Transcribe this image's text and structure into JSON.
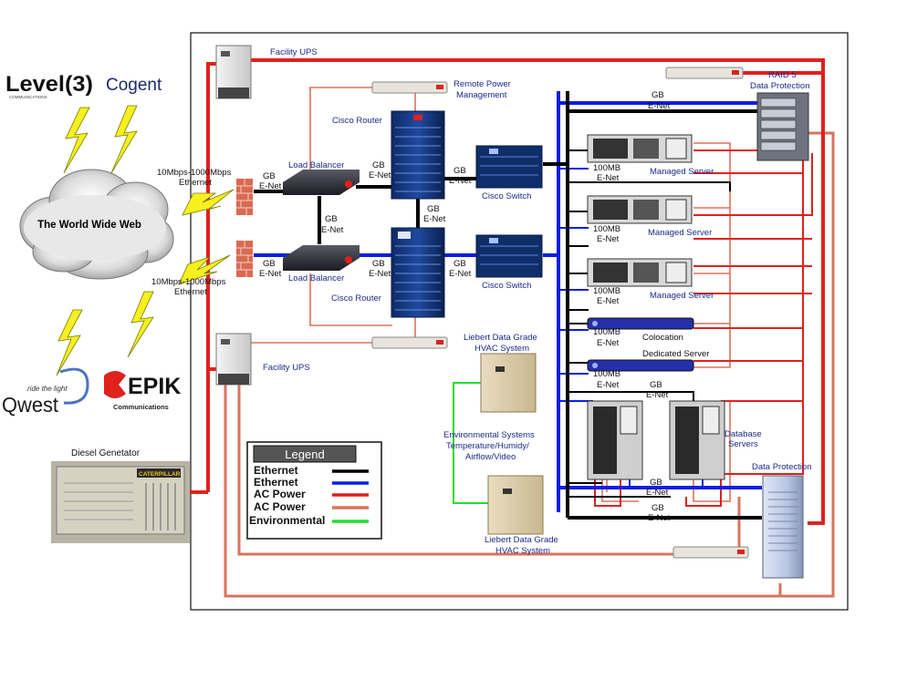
{
  "carriers": {
    "level3": "Level(3)",
    "level3_sub": "COMMUNICATIONS",
    "cogent": "Cogent",
    "qwest_tag": "ride the light",
    "qwest": "Qwest",
    "epik": "EPIK",
    "epik_sub": "Communications"
  },
  "cloud": {
    "label": "The World Wide Web"
  },
  "links": {
    "top_speed": "10Mbps-1000Mbps",
    "top_type": "Ethernet",
    "bottom_speed": "10Mbps-1000Mbps",
    "bottom_type": "Ethernet"
  },
  "generator": {
    "label": "Diesel Genetator",
    "brand": "CATERPILLAR"
  },
  "ups": {
    "top": "Facility UPS",
    "bottom": "Facility UPS"
  },
  "devices": {
    "remote_power_1": "Remote Power",
    "remote_power_2": "Management",
    "load_balancer_top": "Load Balancer",
    "load_balancer_bottom": "Load Balancer",
    "router_top": "Cisco Router",
    "router_bottom": "Cisco Router",
    "switch_top": "Cisco Switch",
    "switch_bottom": "Cisco Switch",
    "raid_1": "RAID 5",
    "raid_2": "Data Protection",
    "managed_1": "Managed Server",
    "managed_2": "Managed Server",
    "managed_3": "Managed Server",
    "colocation": "Colocation",
    "dedicated": "Dedicated Server",
    "database_1": "Database",
    "database_2": "Servers",
    "data_protection": "Data Protection",
    "hvac_top_1": "Liebert Data Grade",
    "hvac_top_2": "HVAC System",
    "hvac_bottom_1": "Liebert Data Grade",
    "hvac_bottom_2": "HVAC System",
    "env_1": "Environmental Systems",
    "env_2": "Temperature/Humidy/",
    "env_3": "Airflow/Video"
  },
  "net_labels": {
    "gb": "GB",
    "enet": "E-Net",
    "mb100": "100MB"
  },
  "legend": {
    "title": "Legend",
    "items": [
      {
        "label": "Ethernet",
        "color": "#000000"
      },
      {
        "label": "Ethernet",
        "color": "#0a1ee6"
      },
      {
        "label": "AC Power",
        "color": "#e0211c"
      },
      {
        "label": "AC Power",
        "color": "#d9735c"
      },
      {
        "label": "Environmental",
        "color": "#22dd33"
      }
    ]
  },
  "colors": {
    "ethernet_black": "#000000",
    "ethernet_blue": "#0a1ee6",
    "power_red": "#e0211c",
    "power_salmon": "#d9735c",
    "environmental": "#22dd33",
    "label_blue": "#1a2a8a"
  }
}
